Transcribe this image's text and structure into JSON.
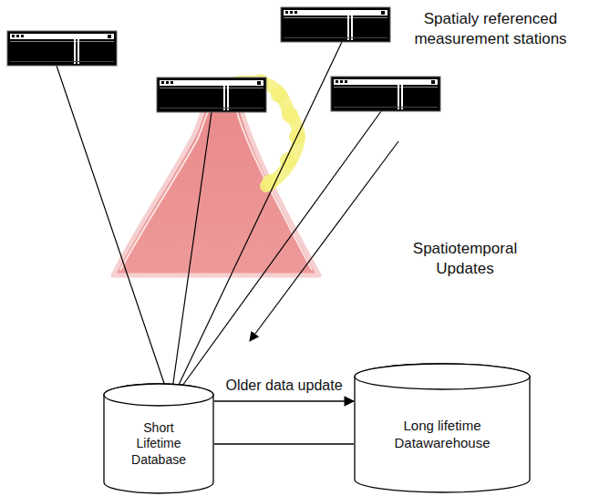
{
  "diagram": {
    "nodes": [
      {
        "text": [
          "Short Lifetime Database"
        ]
      },
      {
        "text": [
          "Long lifetime Datawarehouse"
        ]
      }
    ],
    "edges": [
      {
        "from": 0,
        "to": 1,
        "arrow": "to",
        "label": "Older data update"
      },
      {
        "from": 0,
        "to": 1,
        "arrow": "none"
      }
    ],
    "labels": [
      "Spatialy referenced measurement stations",
      "Spatiotemporal Updates"
    ]
  }
}
